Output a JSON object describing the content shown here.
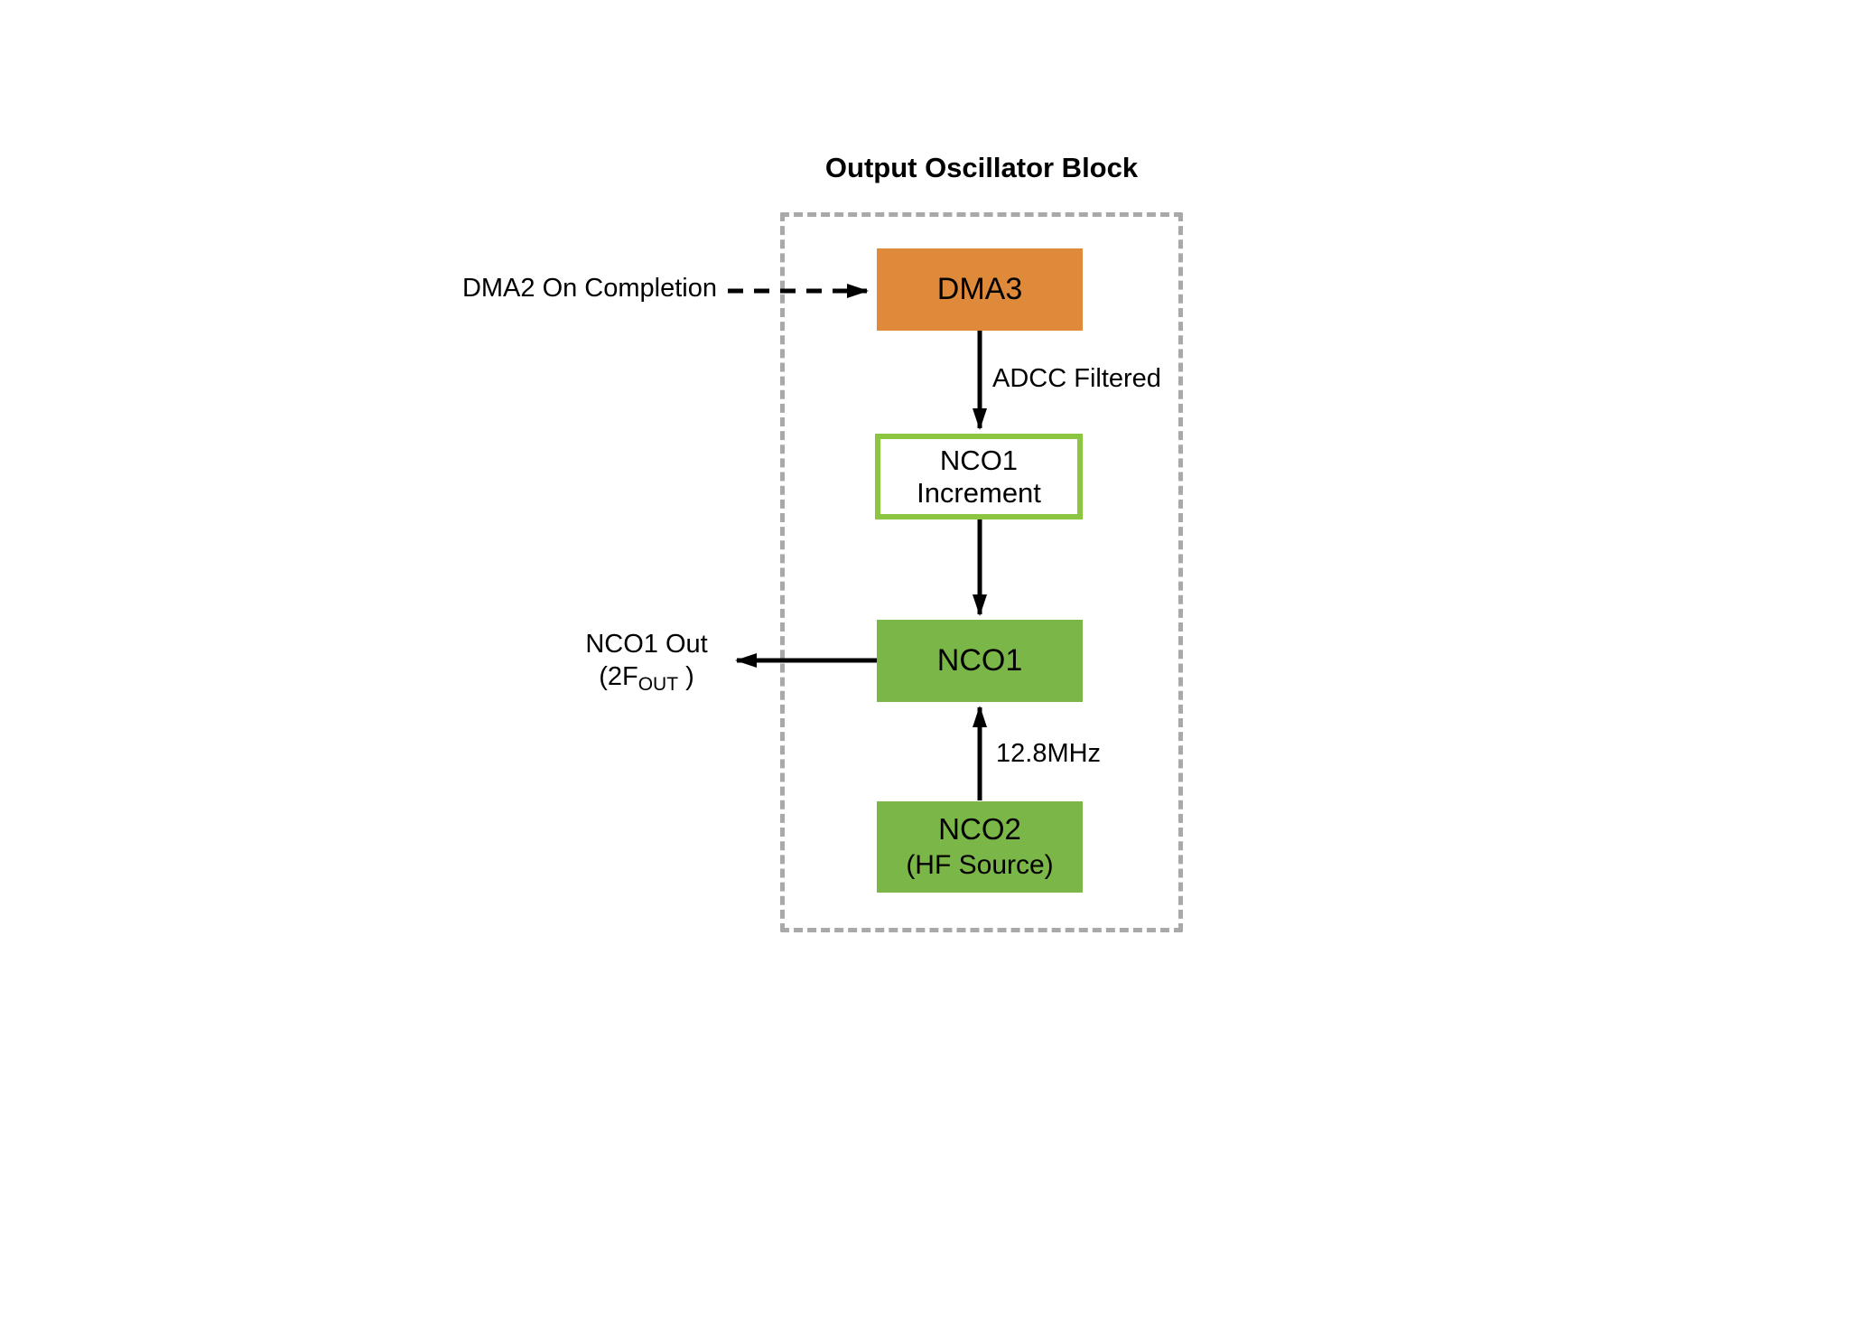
{
  "diagram": {
    "title": "Output Oscillator Block",
    "blocks": {
      "dma3": {
        "label": "DMA3"
      },
      "nco1_increment": {
        "line1": "NCO1",
        "line2": "Increment"
      },
      "nco1": {
        "label": "NCO1"
      },
      "nco2": {
        "line1": "NCO2",
        "line2": "(HF Source)"
      }
    },
    "labels": {
      "dma2_on_completion": "DMA2 On Completion",
      "adcc_filtered": "ADCC Filtered",
      "nco1_out_line1": "NCO1 Out",
      "nco1_out_prefix": "(2F",
      "nco1_out_sub": "OUT",
      "nco1_out_suffix": " )",
      "clock_12_8mhz": "12.8MHz"
    },
    "colors": {
      "dma_orange": "#DF8A3A",
      "nco_green": "#7AB648",
      "increment_border_green": "#8CC640",
      "dashed_border_gray": "#A9A9A9",
      "arrow_black": "#000000"
    }
  }
}
